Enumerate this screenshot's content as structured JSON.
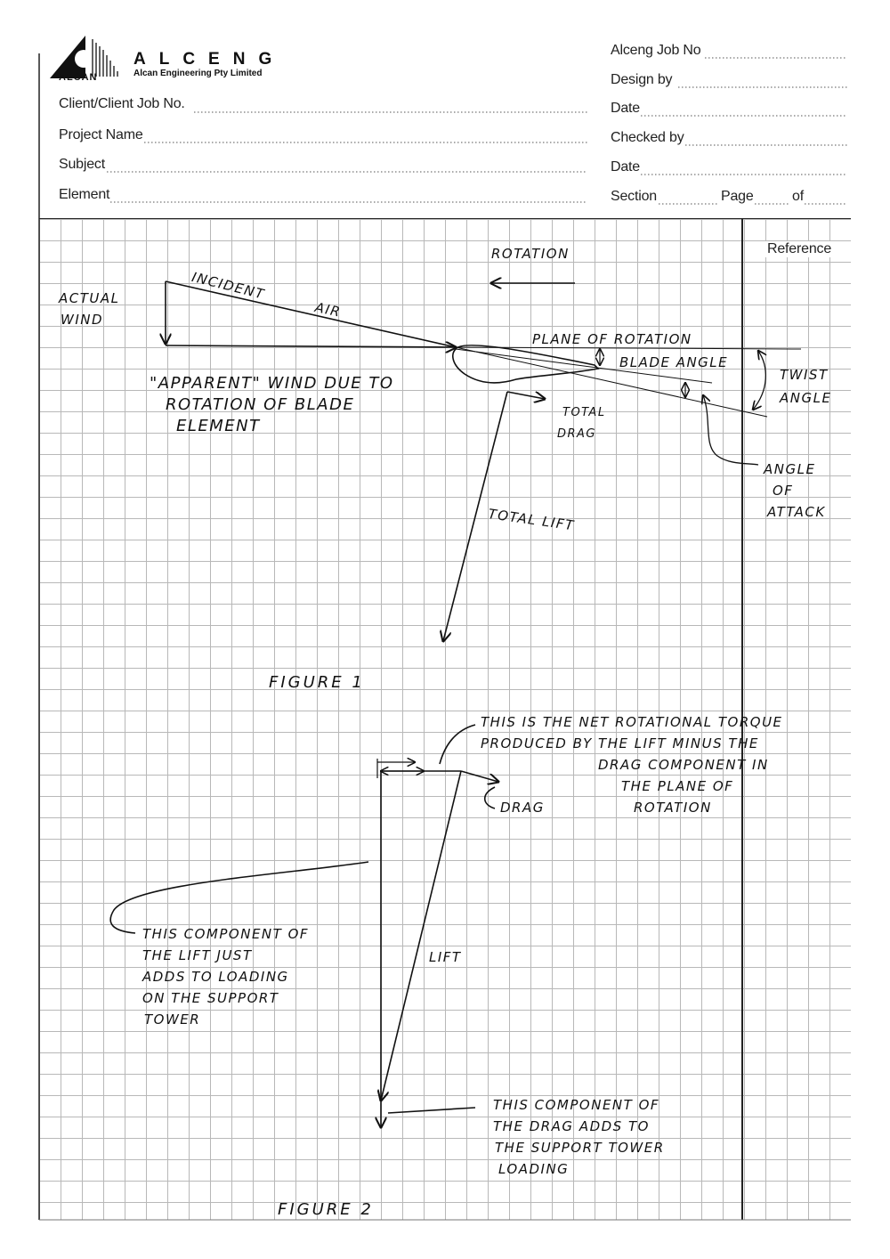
{
  "header": {
    "logo": {
      "brand": "ALCENG",
      "tagline": "Alcan Engineering Pty Limited",
      "mark": "ALCAN",
      "icon": "alcan-logo-icon"
    },
    "fields_left": [
      "Client/Client Job No.",
      "Project Name",
      "Subject",
      "Element"
    ],
    "fields_right": [
      "Alceng Job No",
      "Design by",
      "Date",
      "Checked by",
      "Date"
    ],
    "section_label": "Section",
    "page_label": "Page",
    "of_label": "of"
  },
  "reference_label": "Reference",
  "figure1": {
    "rotation": "ROTATION",
    "incident_air_1": "INCIDENT",
    "incident_air_2": "AIR",
    "actual_wind_1": "ACTUAL",
    "actual_wind_2": "WIND",
    "apparent_1": "\"APPARENT\" WIND DUE TO",
    "apparent_2": "ROTATION OF BLADE",
    "apparent_3": "ELEMENT",
    "plane_of_rotation": "PLANE OF ROTATION",
    "blade_angle": "BLADE ANGLE",
    "twist_1": "TWIST",
    "twist_2": "ANGLE",
    "total_drag_1": "TOTAL",
    "total_drag_2": "DRAG",
    "angle_attack_1": "ANGLE",
    "angle_attack_2": "OF",
    "angle_attack_3": "ATTACK",
    "total_lift": "TOTAL LIFT",
    "caption": "FIGURE 1"
  },
  "figure2": {
    "torque_1": "THIS IS THE NET ROTATIONAL TORQUE",
    "torque_2": "PRODUCED BY THE LIFT MINUS THE",
    "torque_3": "DRAG COMPONENT IN",
    "torque_4": "THE PLANE OF",
    "torque_5": "ROTATION",
    "drag": "DRAG",
    "lift": "LIFT",
    "lift_comp_1": "THIS COMPONENT OF",
    "lift_comp_2": "THE LIFT JUST",
    "lift_comp_3": "ADDS TO LOADING",
    "lift_comp_4": "ON THE SUPPORT",
    "lift_comp_5": "TOWER",
    "drag_comp_1": "THIS COMPONENT OF",
    "drag_comp_2": "THE DRAG ADDS TO",
    "drag_comp_3": "THE SUPPORT TOWER",
    "drag_comp_4": "LOADING",
    "caption": "FIGURE 2"
  }
}
